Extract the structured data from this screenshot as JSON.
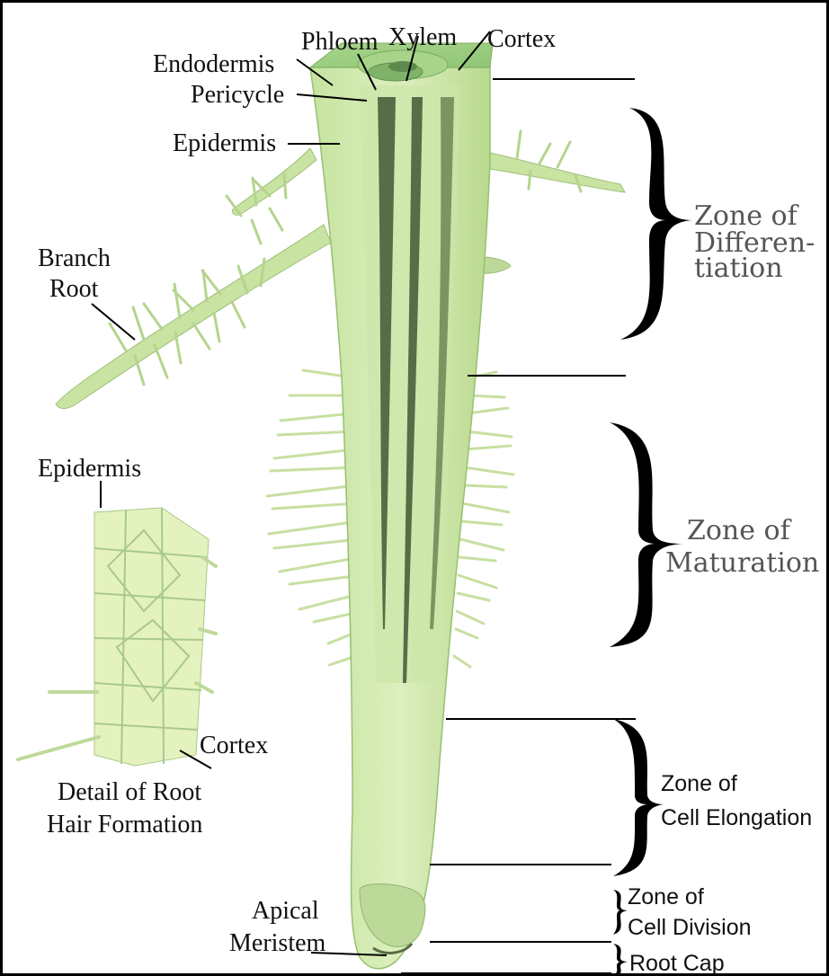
{
  "labels": {
    "endodermis": "Endodermis",
    "phloem": "Phloem",
    "xylem": "Xylem",
    "cortex": "Cortex",
    "pericycle": "Pericycle",
    "epidermis": "Epidermis",
    "branch": "Branch",
    "root": "Root",
    "detail_epidermis": "Epidermis",
    "detail_cortex": "Cortex",
    "detail_line1": "Detail of Root",
    "detail_line2": "Hair Formation",
    "apical": "Apical",
    "meristem": "Meristem"
  },
  "zones": {
    "differentiation": [
      "Zone of",
      "Differen-",
      "tiation"
    ],
    "maturation": [
      "Zone of",
      "Maturation"
    ],
    "elongation": [
      "Zone of",
      "Cell Elongation"
    ],
    "division": [
      "Zone of",
      "Cell Division"
    ],
    "root_cap": "Root Cap"
  },
  "colors": {
    "root_fill": "#c9e6a3",
    "root_light": "#dff0c0",
    "vascular": "#556b45",
    "brace": "#000000",
    "zone_text": "#555555"
  }
}
